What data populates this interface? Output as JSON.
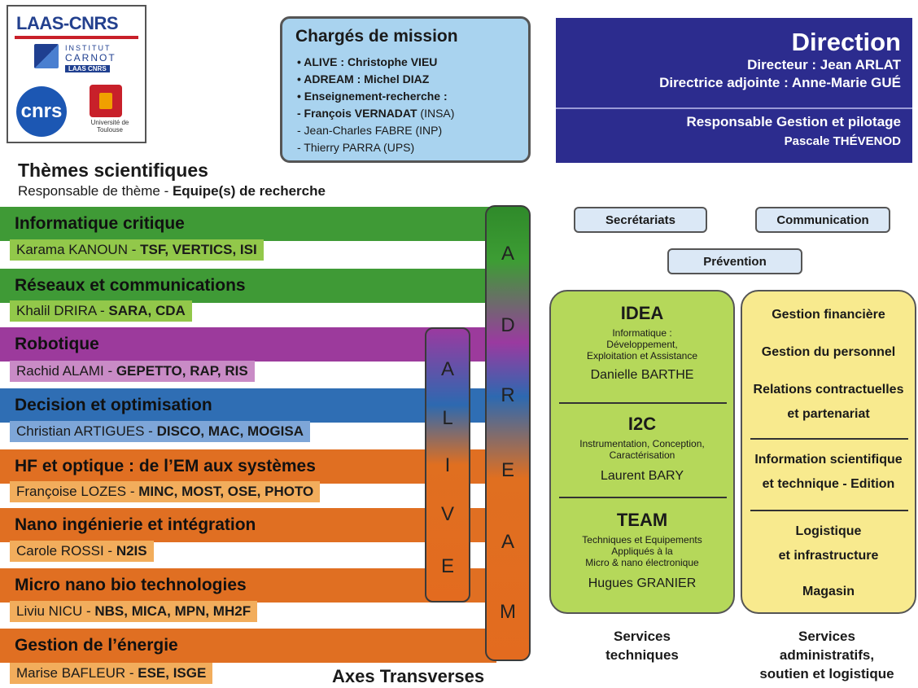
{
  "logos": {
    "laas": "LAAS-CNRS",
    "carnot_institut": "INSTITUT",
    "carnot_name": "CARNOT",
    "carnot_sub": "LAAS CNRS",
    "cnrs": "cnrs",
    "universite": "Université de Toulouse"
  },
  "charges": {
    "title": "Chargés de mission",
    "lines": [
      {
        "bold": "• ALIVE : Christophe VIEU",
        "rest": ""
      },
      {
        "bold": "• ADREAM : Michel DIAZ",
        "rest": ""
      },
      {
        "bold": "• Enseignement-recherche :",
        "rest": ""
      },
      {
        "bold": " - François VERNADAT",
        "rest": " (INSA)"
      },
      {
        "bold": "",
        "rest": " - Jean-Charles FABRE (INP)"
      },
      {
        "bold": "",
        "rest": " - Thierry PARRA  (UPS)"
      }
    ]
  },
  "direction": {
    "title": "Direction",
    "directeur": "Directeur : Jean ARLAT",
    "adjointe": "Directrice adjointe : Anne-Marie GUÉ",
    "gestion": "Responsable Gestion et pilotage",
    "gestion_name": "Pascale THÉVENOD"
  },
  "themes": {
    "title": "Thèmes scientifiques",
    "subtitle_plain": "Responsable de thème - ",
    "subtitle_bold": "Equipe(s) de recherche",
    "items": [
      {
        "title": "Informatique critique",
        "person": "Karama KANOUN - ",
        "teams": "TSF, VERTICS, ISI",
        "color": "#3f9a36",
        "sub_color": "#92c84a"
      },
      {
        "title": "Réseaux et communications",
        "person": "Khalil DRIRA - ",
        "teams": "SARA, CDA",
        "color": "#3f9a36",
        "sub_color": "#92c84a"
      },
      {
        "title": "Robotique",
        "person": "Rachid ALAMI - ",
        "teams": "GEPETTO, RAP, RIS",
        "color": "#9c3a9c",
        "sub_color": "#c98bc6"
      },
      {
        "title": "Decision et optimisation",
        "person": "Christian ARTIGUES - ",
        "teams": "DISCO, MAC, MOGISA",
        "color": "#2f6eb4",
        "sub_color": "#7ea6d8"
      },
      {
        "title": "HF et optique : de l’EM aux systèmes",
        "person": "Françoise LOZES - ",
        "teams": "MINC, MOST, OSE, PHOTO",
        "color": "#e06f22",
        "sub_color": "#f2ad5c"
      },
      {
        "title": "Nano ingénierie et intégration",
        "person": "Carole ROSSI - ",
        "teams": "N2IS",
        "color": "#e06f22",
        "sub_color": "#f2ad5c"
      },
      {
        "title": "Micro nano bio technologies",
        "person": "Liviu NICU - ",
        "teams": "NBS, MICA, MPN, MH2F",
        "color": "#e06f22",
        "sub_color": "#f2ad5c"
      },
      {
        "title": "Gestion de l’énergie",
        "person": "Marise BAFLEUR - ",
        "teams": "ESE, ISGE",
        "color": "#e06f22",
        "sub_color": "#f2ad5c"
      }
    ]
  },
  "adream": [
    "A",
    "D",
    "R",
    "E",
    "A",
    "M"
  ],
  "alive": [
    "A",
    "L",
    "I",
    "V",
    "E"
  ],
  "axes": "Axes Transverses",
  "services": {
    "secretariats": "Secrétariats",
    "communication": "Communication",
    "prevention": "Prévention"
  },
  "tech": {
    "idea_title": "IDEA",
    "idea_desc": [
      "Informatique :",
      "Développement,",
      "Exploitation et Assistance"
    ],
    "idea_person": "Danielle BARTHE",
    "i2c_title": "I2C",
    "i2c_desc": [
      "Instrumentation, Conception,",
      "Caractérisation"
    ],
    "i2c_person": "Laurent BARY",
    "team_title": "TEAM",
    "team_desc": [
      "Techniques et Equipements",
      "Appliqués à la",
      "Micro & nano électronique"
    ],
    "team_person": "Hugues GRANIER",
    "label": [
      "Services",
      "techniques"
    ]
  },
  "admin": {
    "items": [
      "Gestion financière",
      "Gestion du personnel",
      "Relations contractuelles",
      "et partenariat",
      "Information scientifique",
      "et technique - Edition",
      "Logistique",
      "et infrastructure",
      "Magasin"
    ],
    "label": [
      "Services",
      "administratifs,",
      "soutien et logistique"
    ]
  }
}
